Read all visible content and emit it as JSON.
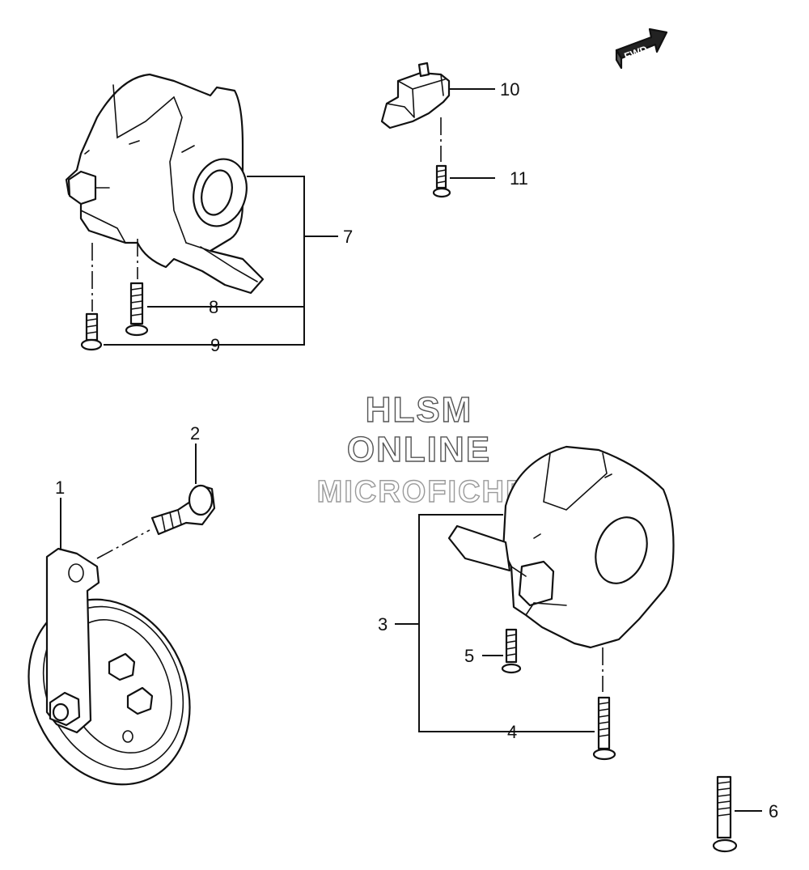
{
  "watermark": {
    "line1": "HLSM",
    "line2": "ONLINE",
    "line3": "MICROFICHE"
  },
  "fwd_label": "FWD",
  "callouts": {
    "c1": "1",
    "c2": "2",
    "c3": "3",
    "c4": "4",
    "c5": "5",
    "c6": "6",
    "c7": "7",
    "c8": "8",
    "c9": "9",
    "c10": "10",
    "c11": "11"
  }
}
